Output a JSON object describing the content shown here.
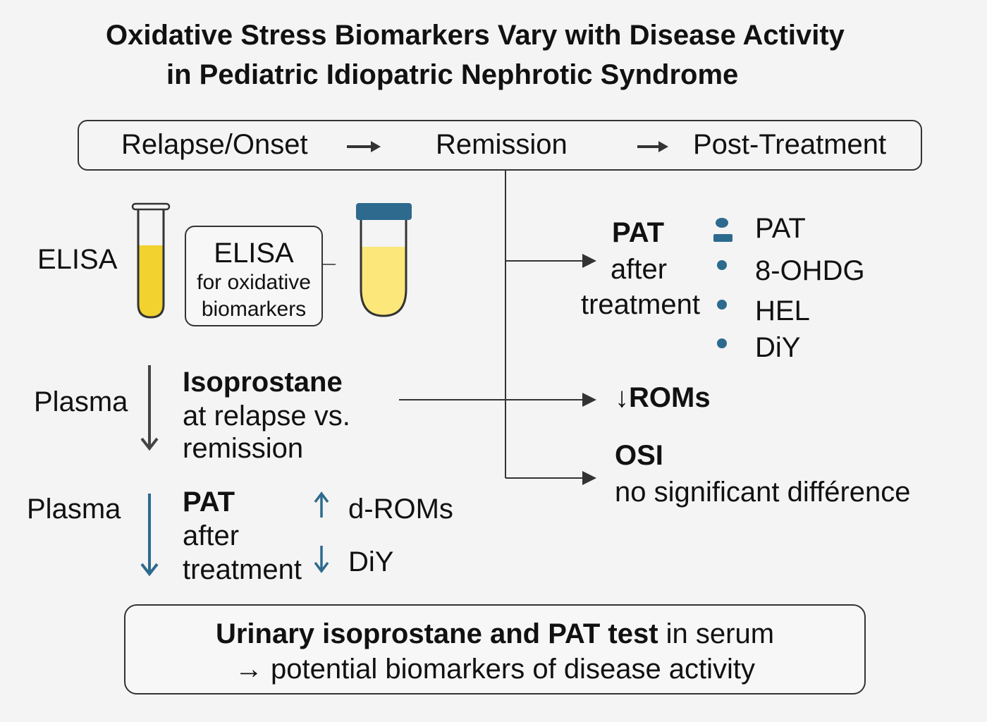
{
  "title": {
    "line1": "Oxidative Stress Biomarkers Vary with Disease Activity",
    "line2": "in Pediatric Idiopatric Nephrotic Syndrome"
  },
  "phases": [
    "Relapse/Onset",
    "Remission",
    "Post-Treatment"
  ],
  "arrow_glyph": "→",
  "elisa": {
    "label": "ELISA",
    "box_title": "ELISA",
    "box_line2": "for oxidative",
    "box_line3": "biomarkers"
  },
  "plasma_isoprostane": {
    "label": "Plasma",
    "line1": "Isoprostane",
    "line2": "at relapse vs.",
    "line3": "remission"
  },
  "plasma_pat": {
    "label": "Plasma",
    "line1": "PAT",
    "line2": "after",
    "line3": "treatment",
    "up_item": "d-ROMs",
    "down_item": "DiY"
  },
  "pat_after": {
    "line1": "PAT",
    "line2": "after",
    "line3": "treatment",
    "markers": [
      "PAT",
      "8-OHDG",
      "HEL",
      "DiY"
    ]
  },
  "roms": {
    "arrow": "↓",
    "label": "ROMs"
  },
  "osi": {
    "label": "OSI",
    "note": "no significant différence"
  },
  "summary": {
    "bold_part": "Urinary isoprostane and PAT test",
    "normal_part": " in serum",
    "line2": "→ potential biomarkers of disease activity"
  },
  "colors": {
    "accent": "#2d6a8e",
    "tube_yellow": "#f2d22e",
    "tube_yellow_light": "#fbe77a",
    "line": "#333333"
  }
}
